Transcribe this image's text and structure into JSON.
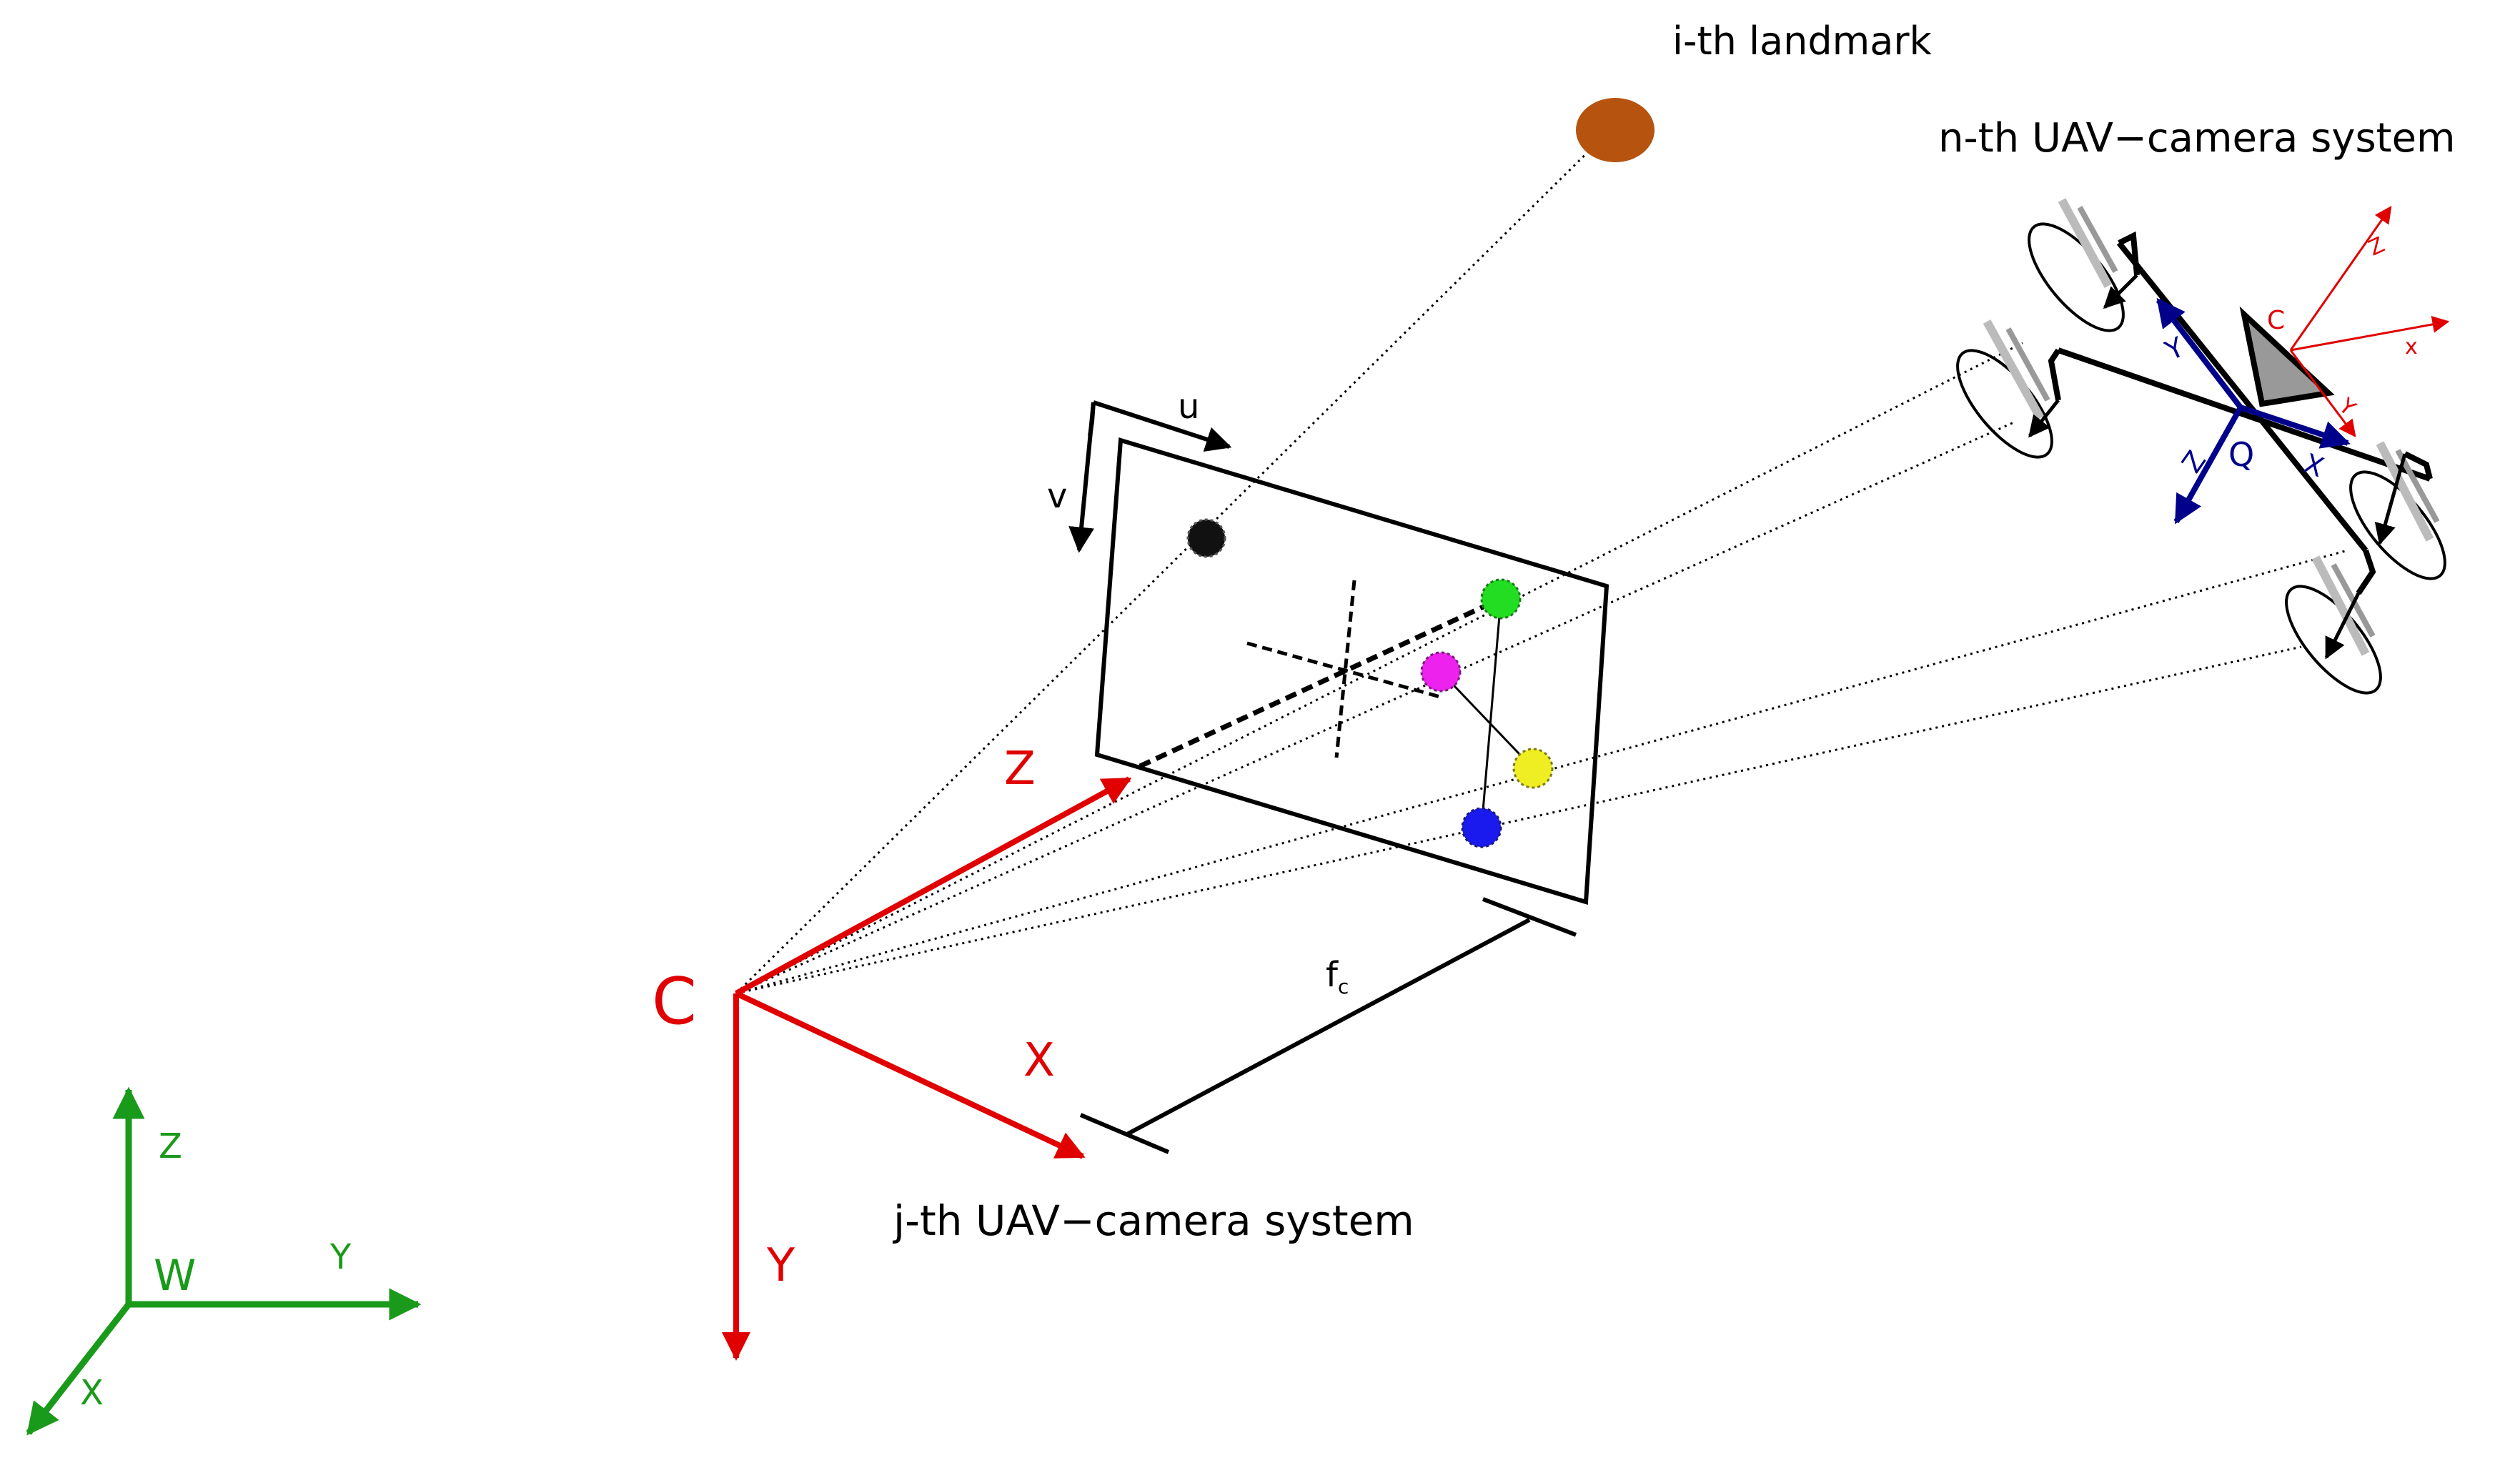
{
  "labels": {
    "landmark": "i-th landmark",
    "n_th_system": "n-th UAV−camera system",
    "j_th_system": "j-th UAV−camera system",
    "u_axis": "u",
    "v_axis": "v",
    "focal_length": "f",
    "focal_length_sub": "c",
    "camera_c": "C",
    "camera_x": "X",
    "camera_y": "Y",
    "camera_z": "Z",
    "world_w": "W",
    "world_x": "X",
    "world_y": "Y",
    "world_z": "Z",
    "uav_q": "Q",
    "uav_x": "X",
    "uav_y": "Y",
    "uav_z": "Z",
    "uavcam_c": "C",
    "uavcam_x": "x",
    "uavcam_y": "Y",
    "uavcam_z": "Z"
  },
  "colors": {
    "camera_frame": "#e00000",
    "world_frame": "#1a9a1a",
    "uav_body_frame": "#00008b",
    "landmark": "#b5530f",
    "marker_1": "#22dd22",
    "marker_2": "#ee22ee",
    "marker_3": "#eeee22",
    "marker_4": "#1a1aee",
    "landmark_projection": "#111111"
  }
}
